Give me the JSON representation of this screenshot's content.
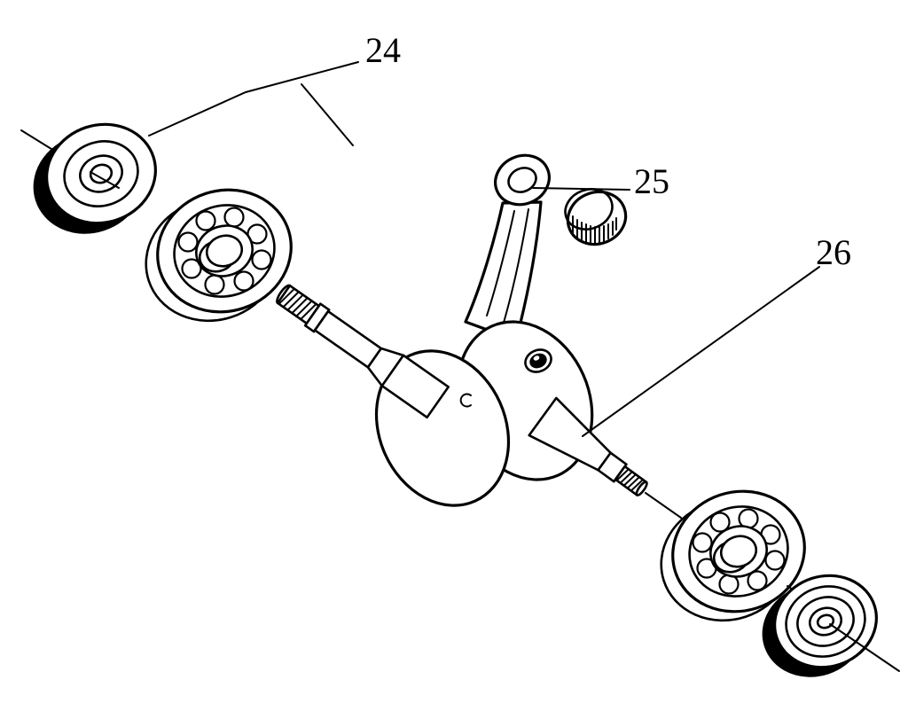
{
  "figure": {
    "background": "#ffffff",
    "ink": "#000000",
    "description": "Exploded-view parts diagram of a small-engine crankshaft assembly with seals, ball bearings and a needle cage bearing"
  },
  "callouts": {
    "c24": {
      "label": "24",
      "part": "left-oil-seal-and-ball-bearing"
    },
    "c25": {
      "label": "25",
      "part": "needle-cage-bearing"
    },
    "c26": {
      "label": "26",
      "part": "crankshaft-connecting-rod-assembly"
    }
  },
  "parts": [
    {
      "name": "oil-seal-left"
    },
    {
      "name": "ball-bearing-left"
    },
    {
      "name": "crankshaft-with-connecting-rod"
    },
    {
      "name": "needle-cage-bearing"
    },
    {
      "name": "ball-bearing-right"
    },
    {
      "name": "oil-seal-right"
    }
  ]
}
